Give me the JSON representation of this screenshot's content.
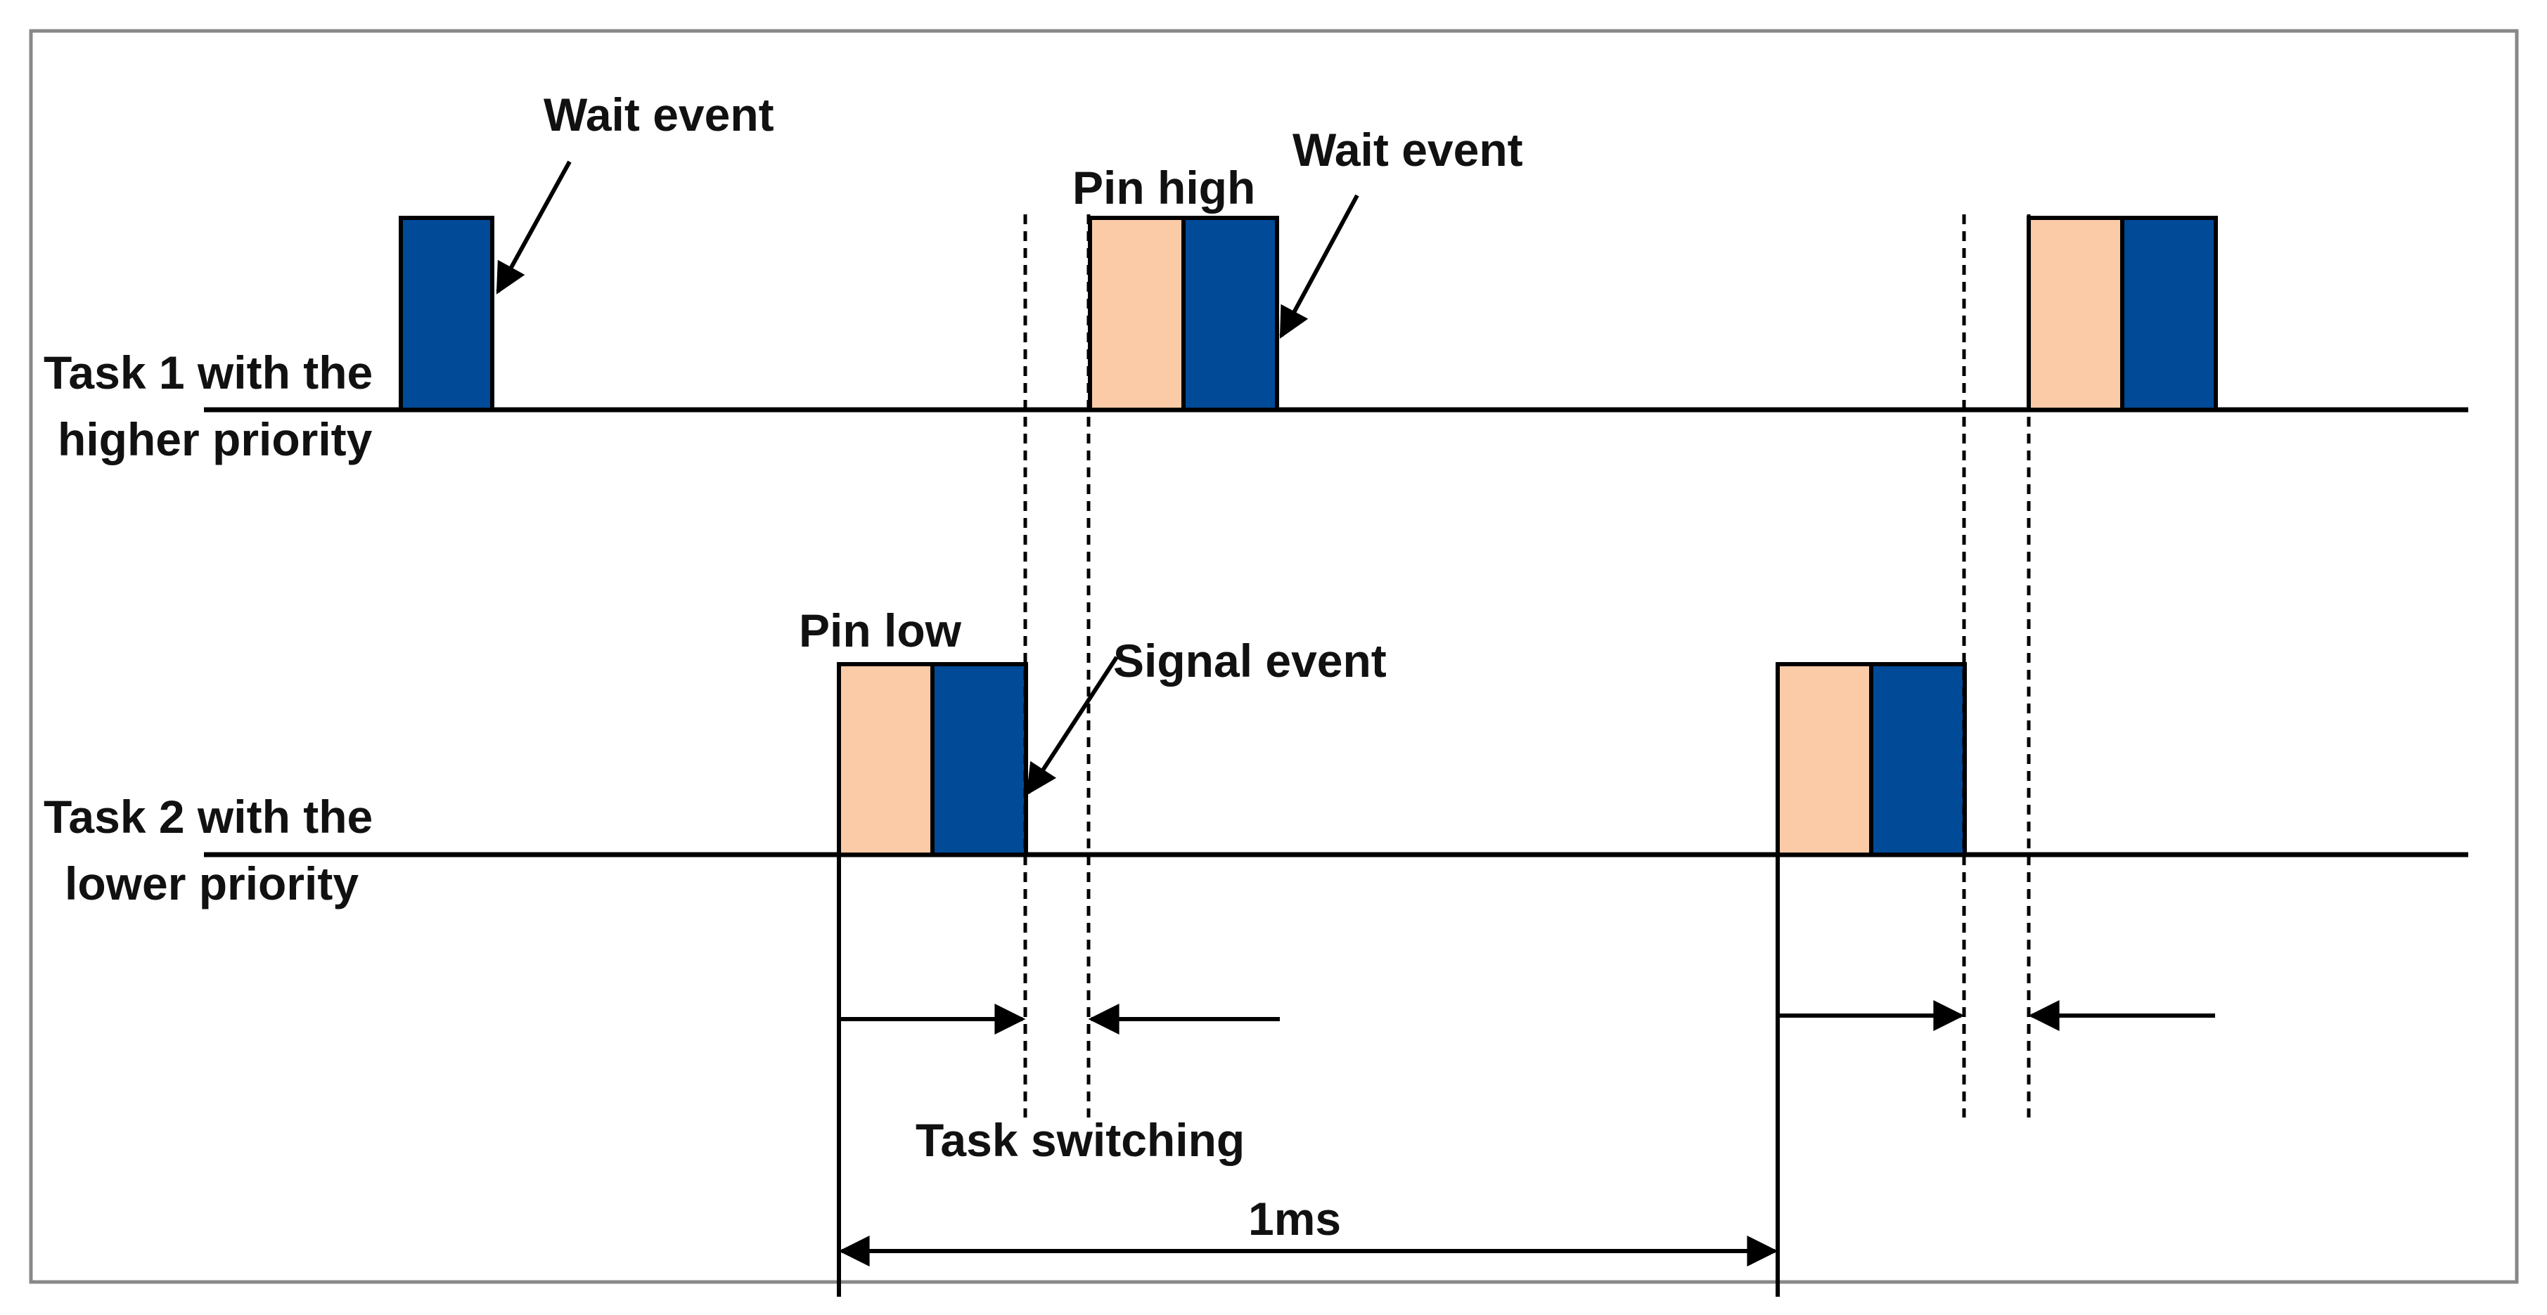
{
  "colors": {
    "cpu_block": "#004a98",
    "pin_block": "#fbcaa6",
    "line": "#000000",
    "frame": "#888888"
  },
  "tasks": {
    "task1_line1": "Task 1 with the",
    "task1_line2": "higher priority",
    "task2_line1": "Task 2 with the",
    "task2_line2": "lower priority"
  },
  "annotations": {
    "wait_event_1": "Wait event",
    "wait_event_2": "Wait event",
    "pin_high": "Pin high",
    "pin_low": "Pin low",
    "signal_event": "Signal event",
    "task_switching": "Task switching",
    "period": "1ms"
  }
}
